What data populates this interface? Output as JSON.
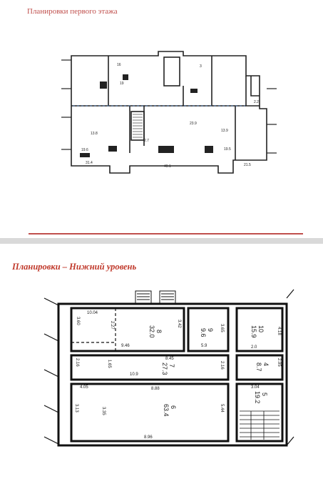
{
  "top_slide": {
    "title": "Планировки первого этажа",
    "room_labels": [
      "13.8",
      "16",
      "19",
      "2.7",
      "19.6",
      "23.9",
      "13.9",
      "3",
      "31.4",
      "49.1",
      "21.5",
      "19.5",
      "2.2"
    ]
  },
  "bottom_slide": {
    "title": "Планировки – Нижний уровень",
    "rooms": [
      {
        "num": "8",
        "area": "32.0"
      },
      {
        "num": "9",
        "area": "9.6"
      },
      {
        "num": "10",
        "area": "15.9"
      },
      {
        "num": "7",
        "area": "27.3"
      },
      {
        "num": "4",
        "area": "8.7"
      },
      {
        "num": "6",
        "area": "63.4"
      },
      {
        "num": "5",
        "area": "19.2"
      }
    ],
    "dimensions": [
      "3.60",
      "2.27",
      "3.42",
      "3.65",
      "4.18",
      "2.16",
      "1.65",
      "2.16",
      "2.95",
      "3.13",
      "3.35",
      "5.44",
      "10.04",
      "9.46",
      "8.45",
      "10.9",
      "8.88",
      "8.96",
      "5.9",
      "4.05",
      "3.04",
      "2.0"
    ]
  }
}
